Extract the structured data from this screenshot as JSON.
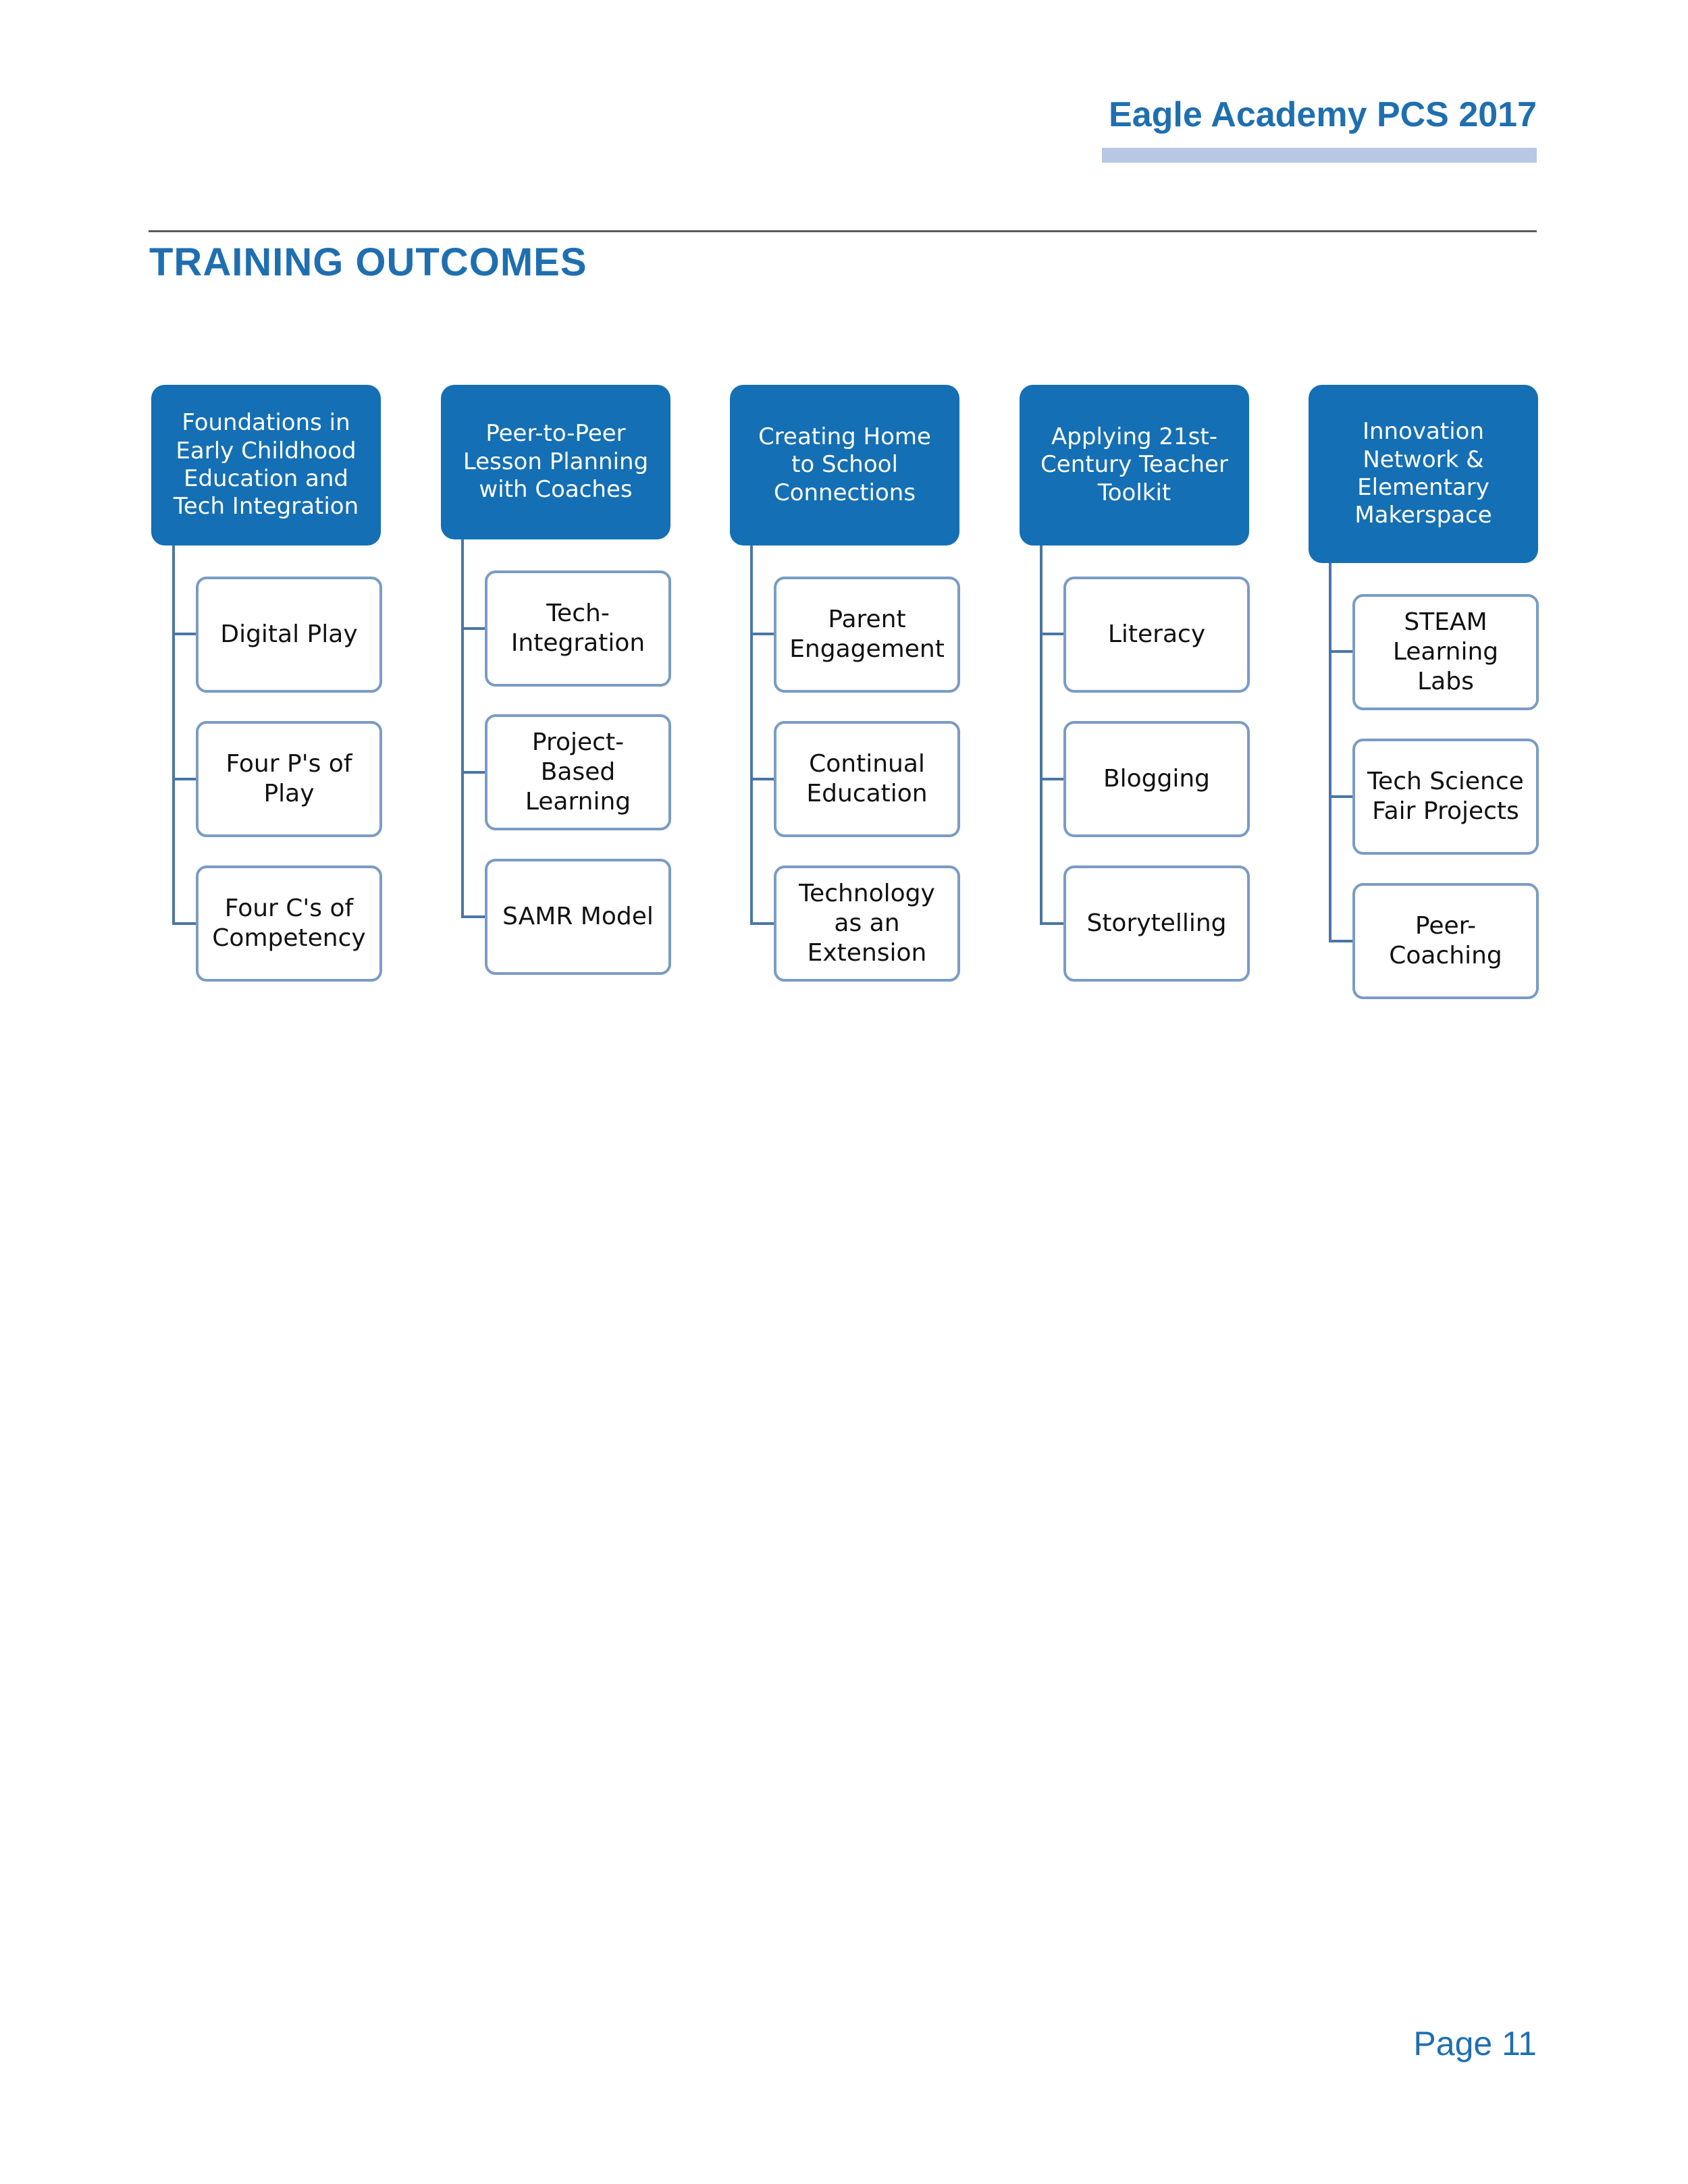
{
  "header": {
    "title": "Eagle Academy PCS 2017"
  },
  "section": {
    "title": "TRAINING OUTCOMES"
  },
  "diagram": {
    "columns": [
      {
        "title": "Foundations in Early Childhood Education and Tech Integration",
        "items": [
          "Digital Play",
          "Four P's of Play",
          "Four C's of Competency"
        ]
      },
      {
        "title": "Peer-to-Peer Lesson Planning with Coaches",
        "items": [
          "Tech-Integration",
          "Project-Based Learning",
          "SAMR Model"
        ]
      },
      {
        "title": "Creating Home to School Connections",
        "items": [
          "Parent Engagement",
          "Continual Education",
          "Technology as an Extension"
        ]
      },
      {
        "title": "Applying 21st-Century Teacher Toolkit",
        "items": [
          "Literacy",
          "Blogging",
          "Storytelling"
        ]
      },
      {
        "title": "Innovation Network & Elementary Makerspace",
        "items": [
          "STEAM Learning Labs",
          "Tech Science Fair Projects",
          "Peer-Coaching"
        ]
      }
    ]
  },
  "footer": {
    "page_label": "Page 11"
  },
  "colors": {
    "brand_blue": "#1f6fb0",
    "parent_box": "#146fb4",
    "child_border": "#7a9cc4",
    "connector": "#4a75a6",
    "header_bar": "#b7c7e4"
  }
}
